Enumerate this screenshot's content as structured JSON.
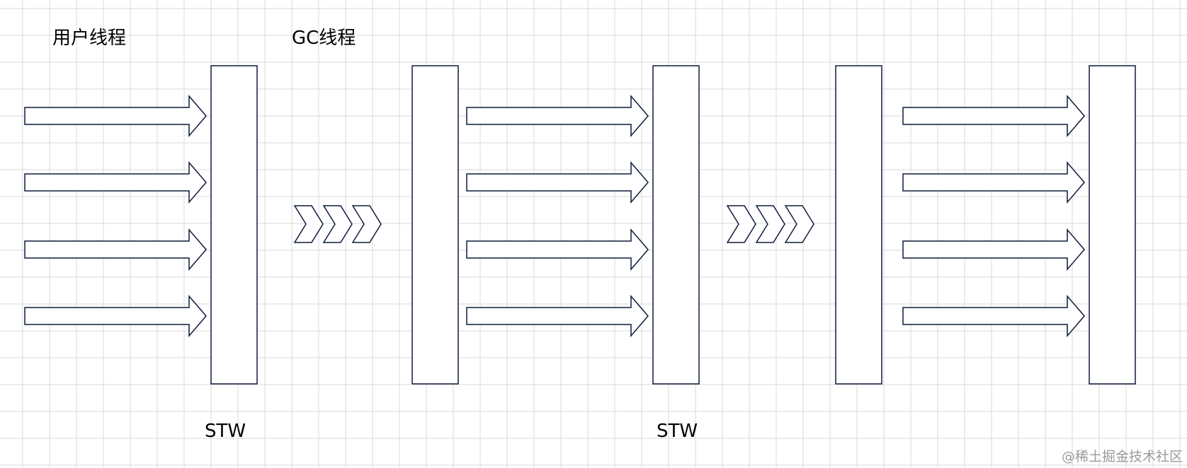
{
  "labels": {
    "user_thread": "用户线程",
    "gc_thread": "GC线程",
    "stw_1": "STW",
    "stw_2": "STW"
  },
  "watermark": "@稀土掘金技术社区",
  "colors": {
    "background": "#ffffff",
    "grid": "#d9d9d9",
    "stroke": "#0d1b3a",
    "fill": "#ffffff",
    "watermark": "#9a9a9a"
  },
  "icons": {
    "thread_arrow": "hollow-right-arrow",
    "transition": "triple-chevron-right"
  }
}
